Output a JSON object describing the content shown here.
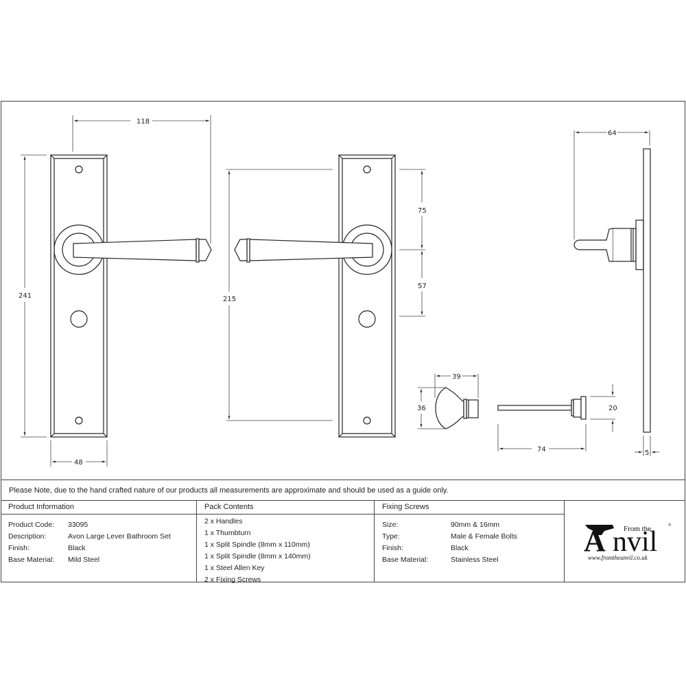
{
  "note": "Please Note, due to the hand crafted nature of our products all measurements are approximate and should be used as a guide only.",
  "drawing": {
    "dimensions": {
      "front_width_overall": "118",
      "front_height": "241",
      "plate_width": "48",
      "fixing_hole_spacing": "215",
      "top_to_lever_center": "75",
      "lever_to_turn_center": "57",
      "projection": "64",
      "thumbturn_length": "39",
      "thumbturn_diameter": "36",
      "release_length": "74",
      "release_diameter": "20",
      "plate_thickness": "5"
    }
  },
  "product_information": {
    "heading": "Product Information",
    "rows": [
      {
        "label": "Product Code:",
        "value": "33095"
      },
      {
        "label": "Description:",
        "value": "Avon Large Lever Bathroom Set"
      },
      {
        "label": "Finish:",
        "value": "Black"
      },
      {
        "label": "Base Material:",
        "value": "Mild Steel"
      }
    ]
  },
  "pack_contents": {
    "heading": "Pack Contents",
    "items": [
      "2 x Handles",
      "1 x Thumbturn",
      "1 x Split Spindle (8mm x 110mm)",
      "1 x Split Spindle (8mm x 140mm)",
      "1 x Steel Allen Key",
      "2 x Fixing Screws"
    ]
  },
  "fixing_screws": {
    "heading": "Fixing Screws",
    "rows": [
      {
        "label": "Size:",
        "value": "90mm & 16mm"
      },
      {
        "label": "Type:",
        "value": "Male & Female Bolts"
      },
      {
        "label": "Finish:",
        "value": "Black"
      },
      {
        "label": "Base Material:",
        "value": "Stainless Steel"
      }
    ]
  },
  "logo": {
    "from_the": "From the",
    "brand": "nvil",
    "initial": "A",
    "url": "www.fromtheanvil.co.uk",
    "registered": "®"
  }
}
